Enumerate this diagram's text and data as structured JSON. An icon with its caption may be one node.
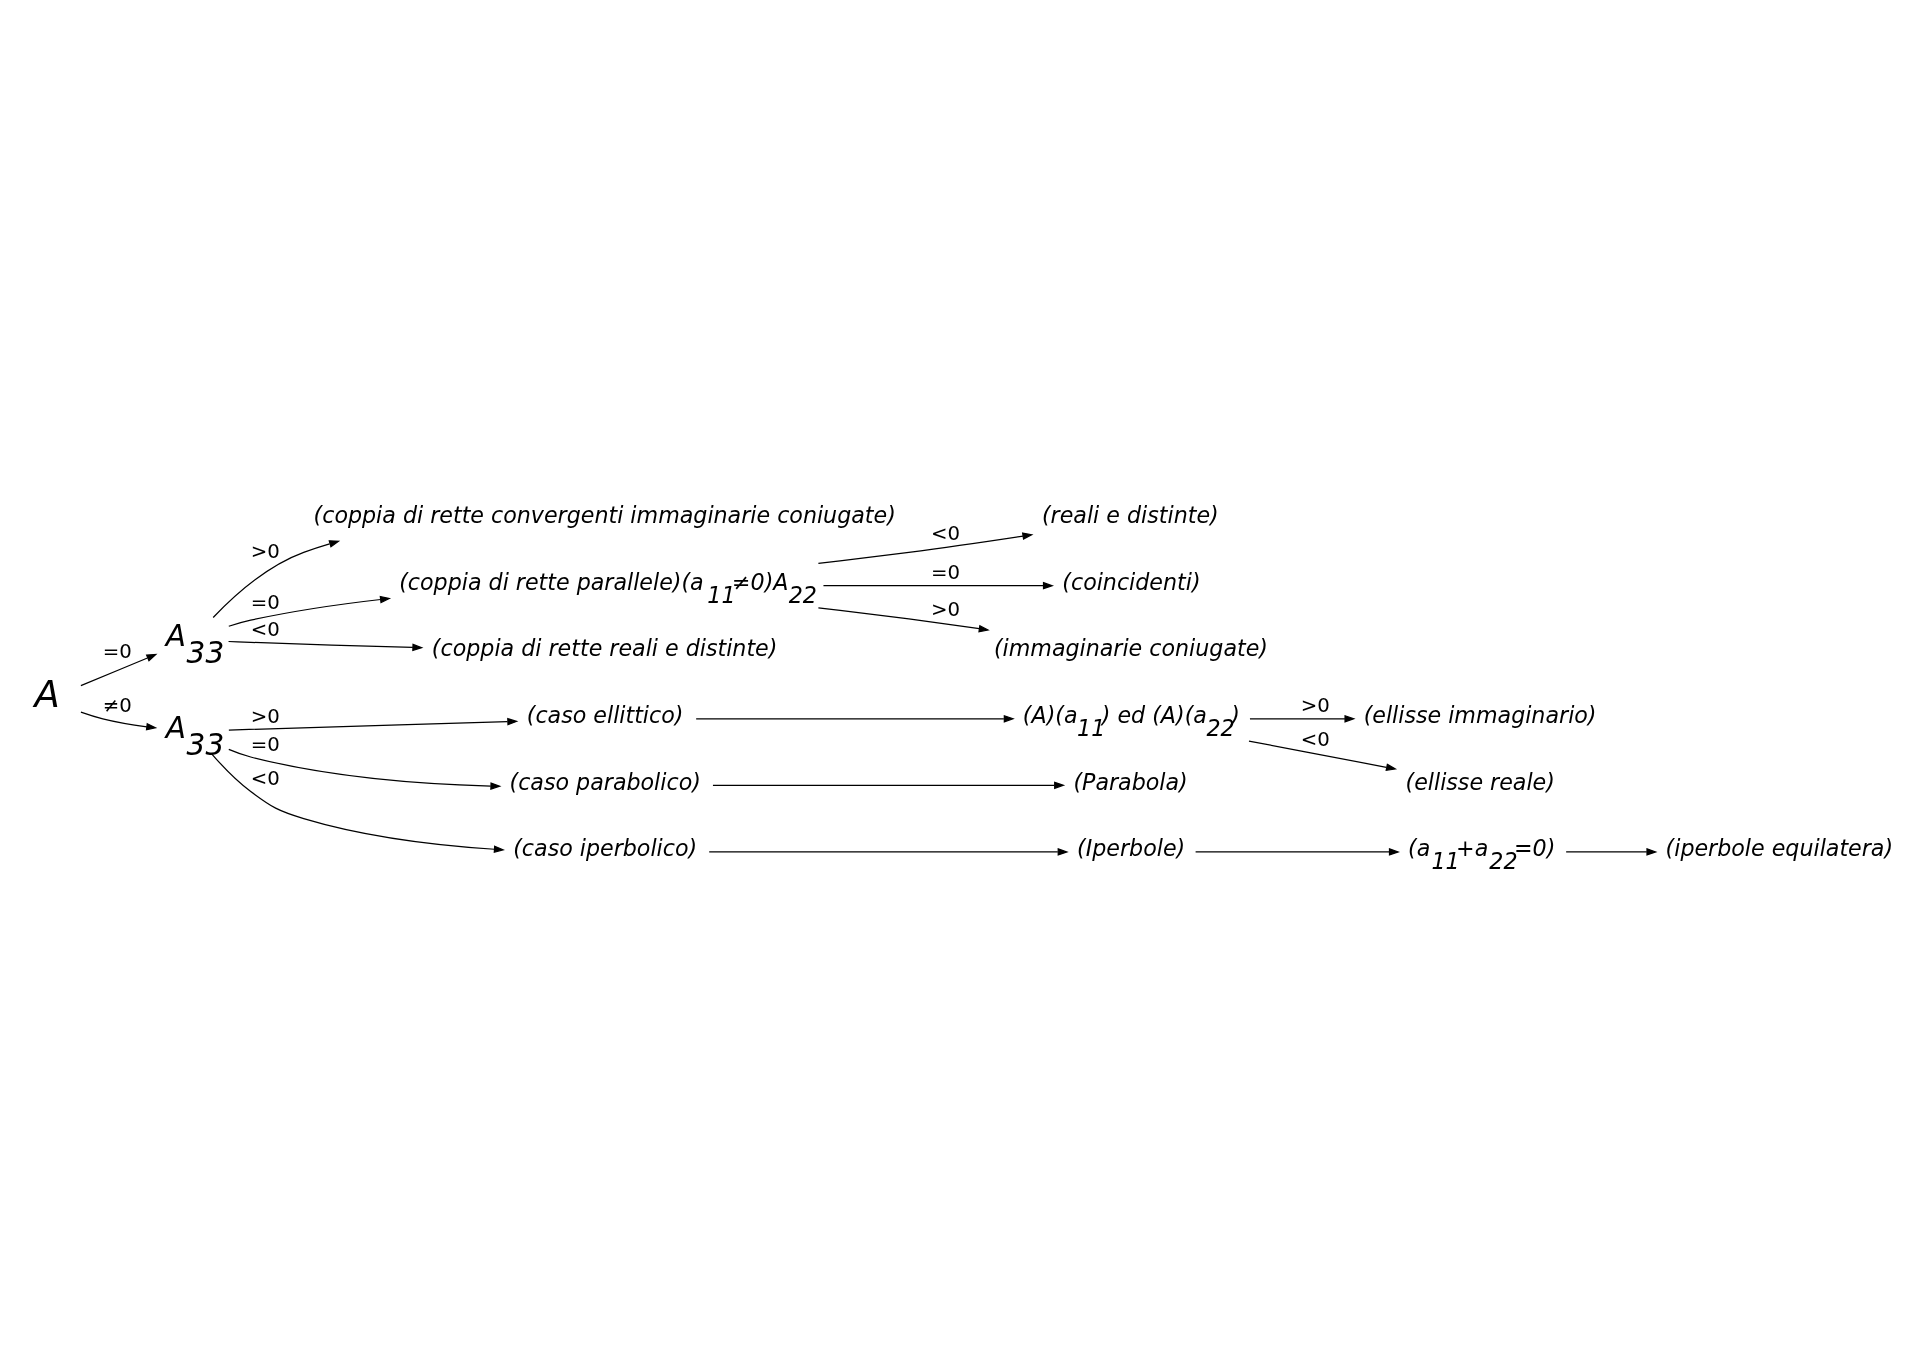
{
  "diagram": {
    "nodes": [
      {
        "text": [
          "A"
        ]
      },
      {
        "text": [
          "A$_{33}$"
        ]
      },
      {
        "text": [
          "(coppia di rette convergenti immaginarie coniugate)"
        ]
      },
      {
        "text": [
          "(coppia di rette parallele)(a$_{11}$≠0)A$_{22}$"
        ]
      },
      {
        "text": [
          "(reali e distinte)"
        ]
      },
      {
        "text": [
          "(coincidenti)"
        ]
      },
      {
        "text": [
          "(immaginarie coniugate)"
        ]
      },
      {
        "text": [
          "(coppia di rette reali e distinte)"
        ]
      },
      {
        "text": [
          "A$_{33}$"
        ]
      },
      {
        "text": [
          "(caso ellittico)"
        ]
      },
      {
        "text": [
          "(A)(a$_{11}$) ed (A)(a$_{22}$)"
        ]
      },
      {
        "text": [
          "(ellisse immaginario)"
        ]
      },
      {
        "text": [
          "(ellisse reale)"
        ]
      },
      {
        "text": [
          "(caso parabolico)"
        ]
      },
      {
        "text": [
          "(Parabola)"
        ]
      },
      {
        "text": [
          "(caso iperbolico)"
        ]
      },
      {
        "text": [
          "(Iperbole)"
        ]
      },
      {
        "text": [
          "(a$_{11}$+a$_{22}$=0)"
        ]
      },
      {
        "text": [
          "(iperbole equilatera)"
        ]
      }
    ],
    "edges": [
      {
        "from": 0,
        "to": 1,
        "arrow": "to",
        "label": "=0"
      },
      {
        "from": 1,
        "to": 2,
        "arrow": "to",
        "label": ">0"
      },
      {
        "from": 1,
        "to": 3,
        "arrow": "to",
        "label": "=0"
      },
      {
        "from": 3,
        "to": 4,
        "arrow": "to",
        "label": "<0"
      },
      {
        "from": 3,
        "to": 5,
        "arrow": "to",
        "label": "=0"
      },
      {
        "from": 3,
        "to": 6,
        "arrow": "to",
        "label": ">0"
      },
      {
        "from": 1,
        "to": 7,
        "arrow": "to",
        "label": "<0"
      },
      {
        "from": 0,
        "to": 8,
        "arrow": "to",
        "label": "≠0"
      },
      {
        "from": 8,
        "to": 9,
        "arrow": "to",
        "label": ">0"
      },
      {
        "from": 9,
        "to": 10,
        "arrow": "to"
      },
      {
        "from": 10,
        "to": 11,
        "arrow": "to",
        "label": ">0"
      },
      {
        "from": 10,
        "to": 12,
        "arrow": "to",
        "label": "<0"
      },
      {
        "from": 8,
        "to": 13,
        "arrow": "to",
        "label": "=0"
      },
      {
        "from": 13,
        "to": 14,
        "arrow": "to"
      },
      {
        "from": 8,
        "to": 15,
        "arrow": "to",
        "label": "<0"
      },
      {
        "from": 15,
        "to": 16,
        "arrow": "to"
      },
      {
        "from": 16,
        "to": 17,
        "arrow": "to"
      },
      {
        "from": 17,
        "to": 18,
        "arrow": "to"
      }
    ]
  }
}
